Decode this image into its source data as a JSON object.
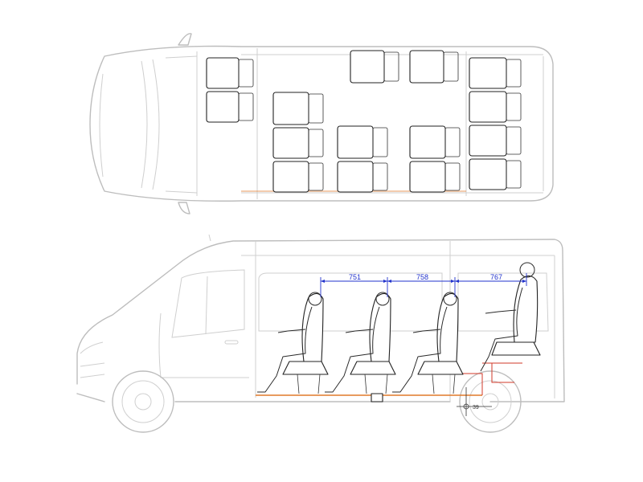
{
  "dimensions": {
    "pitch_1": "751",
    "pitch_2": "758",
    "pitch_3": "767",
    "wheel_offset": "39"
  },
  "colors": {
    "body_outline": "#bdbdbd",
    "seat_outline": "#222222",
    "dimension": "#2233cc",
    "floor_rail": "#e07a2a",
    "accent_red": "#d23a2a"
  }
}
